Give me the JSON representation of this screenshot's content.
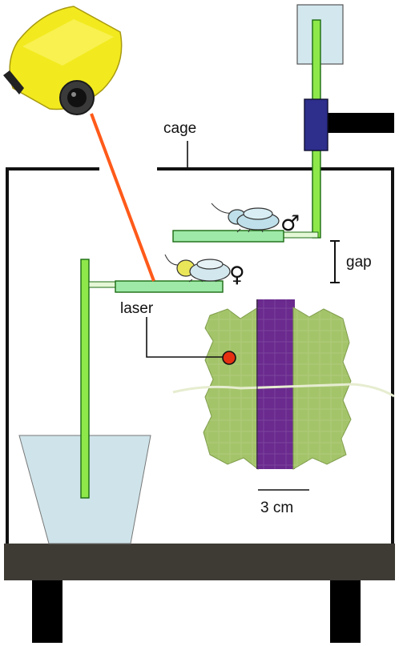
{
  "labels": {
    "cage": "cage",
    "gap": "gap",
    "laser": "laser",
    "scale_bar": "3 cm"
  },
  "symbols": {
    "male": "♂",
    "female": "♀"
  },
  "colors": {
    "stem": "#8ee84a",
    "stem_outline": "#1b6b12",
    "platform": "#9ee8a8",
    "camera": "#f2ea1e",
    "laser_beam": "#ff5a1a",
    "laser_spot": "#e53012",
    "clamp": "#2e2e8c",
    "water": "#cfe4ea",
    "table": "#3e3a34",
    "leaf_green": "#a4c46a",
    "leaf_purple": "#6a2a8e",
    "male_insect_body": "#bfe0ea",
    "female_insect_head": "#eae65a"
  },
  "icons": [
    "camera-icon",
    "male-insect-icon",
    "female-insect-icon",
    "leaf-image",
    "water-cup-icon",
    "clamp-icon"
  ]
}
